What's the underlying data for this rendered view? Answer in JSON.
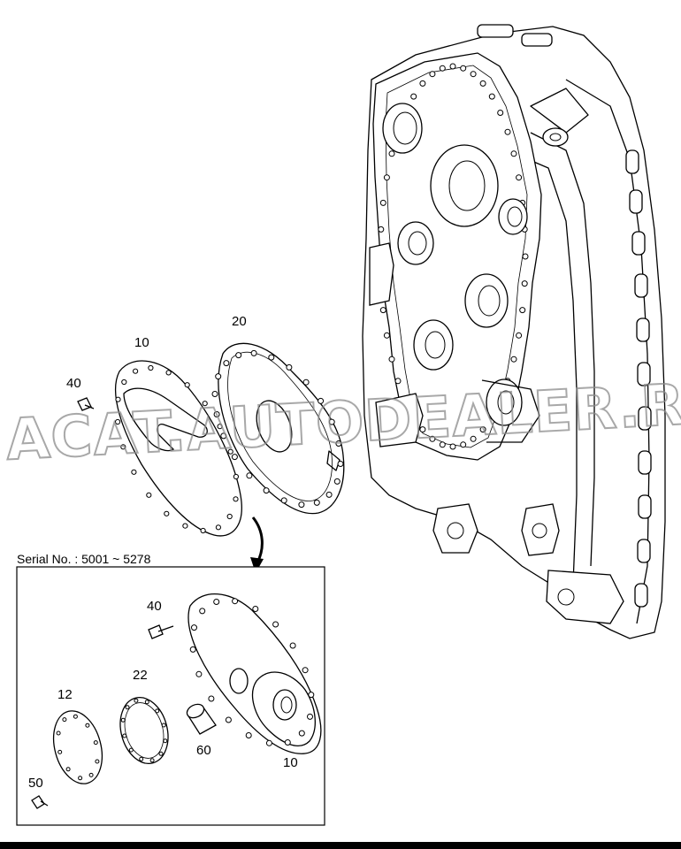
{
  "callouts": {
    "main_20": "20",
    "main_10": "10",
    "main_40": "40",
    "inset_40": "40",
    "inset_22": "22",
    "inset_12": "12",
    "inset_60": "60",
    "inset_10": "10",
    "inset_50": "50"
  },
  "inset": {
    "serial_label": "Serial No.  : 5001 ~ 5278"
  },
  "watermark": {
    "text": "ACAT.AUTODEALER.RU"
  },
  "colors": {
    "line": "#000000",
    "background": "#ffffff",
    "watermark": "#8c8c8c",
    "bottom_bar": "#000000"
  }
}
